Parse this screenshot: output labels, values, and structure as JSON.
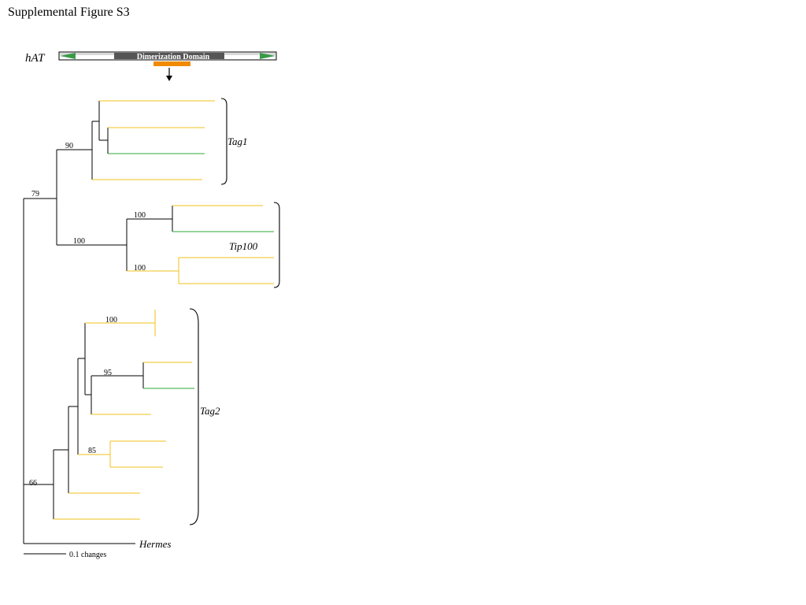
{
  "title": "Supplemental Figure S3",
  "domain_bar": {
    "family_label": "hAT",
    "domain_label": "Dimerization Domain"
  },
  "clades": {
    "tag1": "Tag1",
    "tip100": "Tip100",
    "tag2": "Tag2",
    "outgroup": "Hermes"
  },
  "bootstrap": {
    "tag1": "90",
    "ingroup_top": "79",
    "tip100": "100",
    "tip100_sub_a": "100",
    "tip100_sub_b": "100",
    "tag2_sub_a": "100",
    "tag2_sub_b": "95",
    "tag2_sub_c": "85",
    "tag2_root": "66"
  },
  "scale_bar": {
    "label": "0.1 changes"
  },
  "colors": {
    "orange_branch": "#f2c21b",
    "green_branch": "#2eaa3a",
    "black_branch": "#000000",
    "domain_highlight": "#f08a00",
    "tir_arrow": "#3a9a4a",
    "domain_dark": "#555555"
  }
}
